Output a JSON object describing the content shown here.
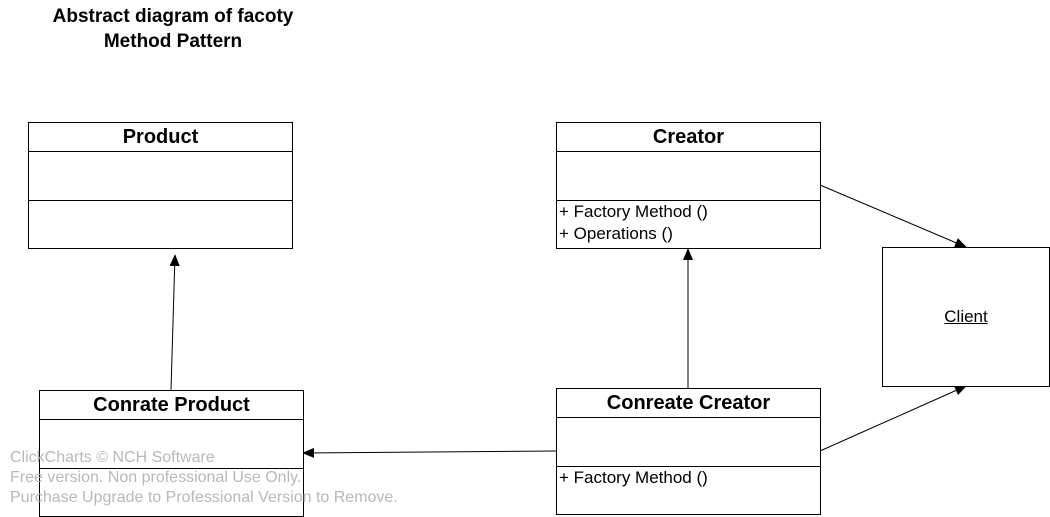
{
  "title": {
    "line1": "Abstract diagram of facoty",
    "line2": "Method Pattern"
  },
  "classes": {
    "product": {
      "name": "Product"
    },
    "creator": {
      "name": "Creator",
      "operations": [
        "+ Factory Method ()",
        "+ Operations ()"
      ]
    },
    "concrete_product": {
      "name": "Conrate Product"
    },
    "concrete_creator": {
      "name": "Conreate Creator",
      "operations": [
        "+ Factory Method ()"
      ]
    }
  },
  "client": {
    "label": "Client"
  },
  "watermark": {
    "line1": "ClickCharts © NCH Software",
    "line2": "Free version. Non professional Use Only.",
    "line3": "Purchase Upgrade to Professional Version to Remove."
  }
}
